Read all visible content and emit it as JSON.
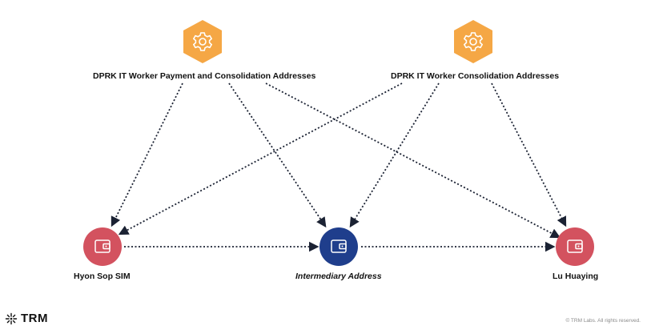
{
  "colors": {
    "hexagon": "#F5A745",
    "wallet_red": "#D3525F",
    "wallet_blue": "#1F3E8C",
    "arrow": "#1b2233"
  },
  "nodes": {
    "payment_consolidation": {
      "label": "DPRK IT Worker Payment and Consolidation Addresses",
      "icon": "gear-icon"
    },
    "consolidation": {
      "label": "DPRK IT Worker Consolidation Addresses",
      "icon": "gear-icon"
    },
    "hyon_sop_sim": {
      "label": "Hyon Sop SIM",
      "icon": "wallet-icon"
    },
    "intermediary": {
      "label": "Intermediary Address",
      "icon": "wallet-icon"
    },
    "lu_huaying": {
      "label": "Lu Huaying",
      "icon": "wallet-icon"
    }
  },
  "edges": [
    {
      "from": "DPRK IT Worker Payment and Consolidation Addresses",
      "to": "Hyon Sop SIM"
    },
    {
      "from": "DPRK IT Worker Payment and Consolidation Addresses",
      "to": "Intermediary Address"
    },
    {
      "from": "DPRK IT Worker Payment and Consolidation Addresses",
      "to": "Lu Huaying"
    },
    {
      "from": "DPRK IT Worker Consolidation Addresses",
      "to": "Hyon Sop SIM"
    },
    {
      "from": "DPRK IT Worker Consolidation Addresses",
      "to": "Intermediary Address"
    },
    {
      "from": "DPRK IT Worker Consolidation Addresses",
      "to": "Lu Huaying"
    },
    {
      "from": "Hyon Sop SIM",
      "to": "Intermediary Address"
    },
    {
      "from": "Intermediary Address",
      "to": "Lu Huaying"
    }
  ],
  "footer": {
    "brand": "TRM",
    "copyright": "© TRM Labs. All rights reserved."
  }
}
